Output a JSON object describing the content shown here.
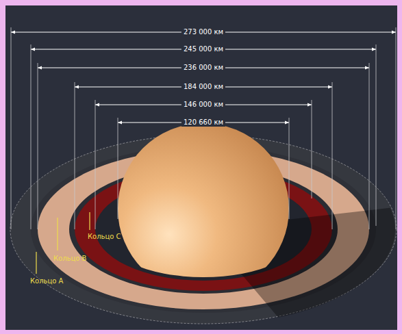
{
  "diagram": {
    "labels": [
      "273 000 км",
      "245 000 км",
      "236 000 км",
      "184 000 км",
      "146 000 км",
      "120 660 км",
      "Кольцо C",
      "Кольцо B",
      "Кольцо A"
    ]
  }
}
